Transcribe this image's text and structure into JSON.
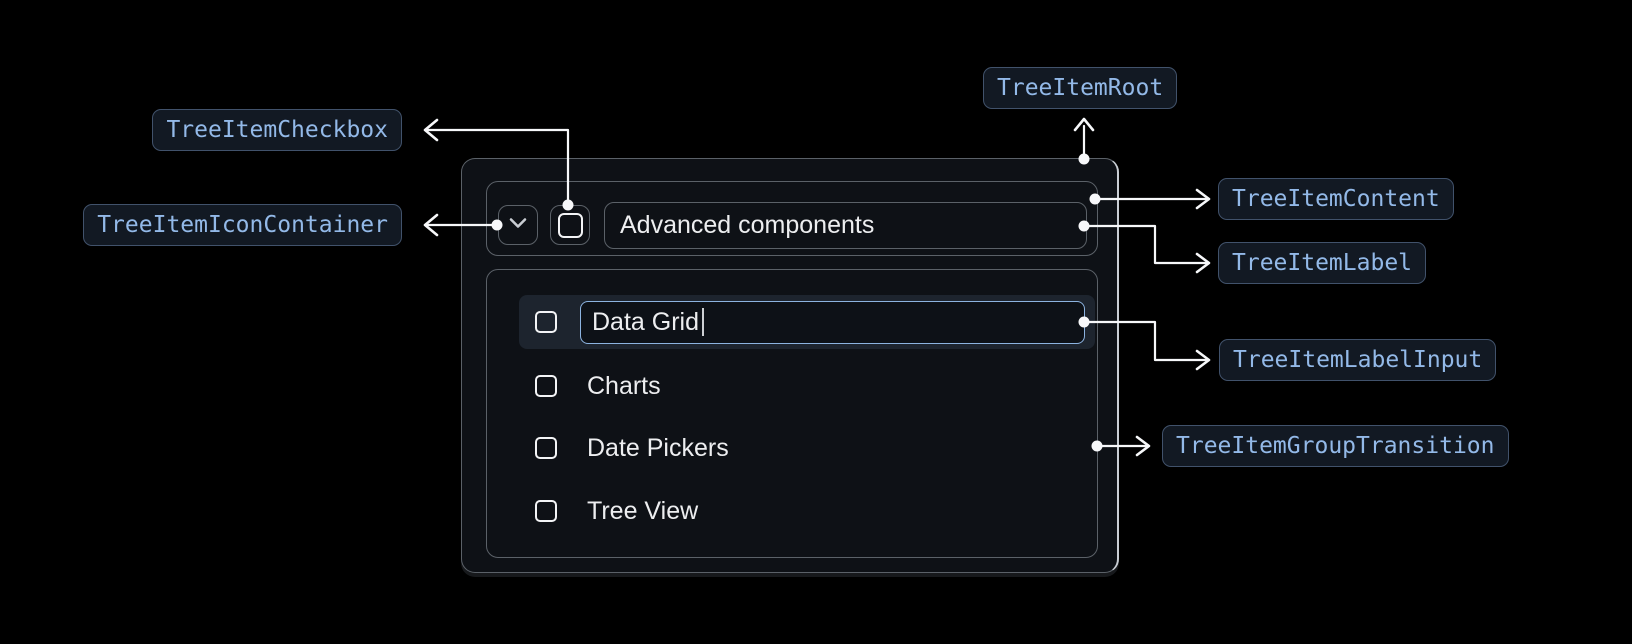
{
  "annotations": {
    "root": "TreeItemRoot",
    "checkbox": "TreeItemCheckbox",
    "icon_container": "TreeItemIconContainer",
    "content": "TreeItemContent",
    "label": "TreeItemLabel",
    "label_input": "TreeItemLabelInput",
    "group_transition": "TreeItemGroupTransition"
  },
  "tree": {
    "parent": {
      "label": "Advanced components",
      "expanded": true,
      "checkbox_checked": false
    },
    "children": [
      {
        "label": "Data Grid",
        "state": "editing",
        "checkbox_checked": false
      },
      {
        "label": "Charts",
        "state": "normal",
        "checkbox_checked": false
      },
      {
        "label": "Date Pickers",
        "state": "normal",
        "checkbox_checked": false
      },
      {
        "label": "Tree View",
        "state": "normal",
        "checkbox_checked": false
      }
    ]
  },
  "icons": {
    "expand": "chevron-down-icon",
    "parent_checkbox": "checkbox-unchecked-icon",
    "child_checkbox": "checkbox-unchecked-icon"
  },
  "colors": {
    "background": "#000000",
    "panel_background": "#0e1116",
    "panel_border": "#5b6168",
    "panel_border_highlight": "#c9ced4",
    "row_highlight_background": "#1d242e",
    "input_border": "#8cb3e0",
    "text_primary": "#edeef0",
    "annotation_text": "#93b9e8",
    "annotation_background": "#121923",
    "annotation_border": "#41526b",
    "connector": "#f7f8fa"
  }
}
